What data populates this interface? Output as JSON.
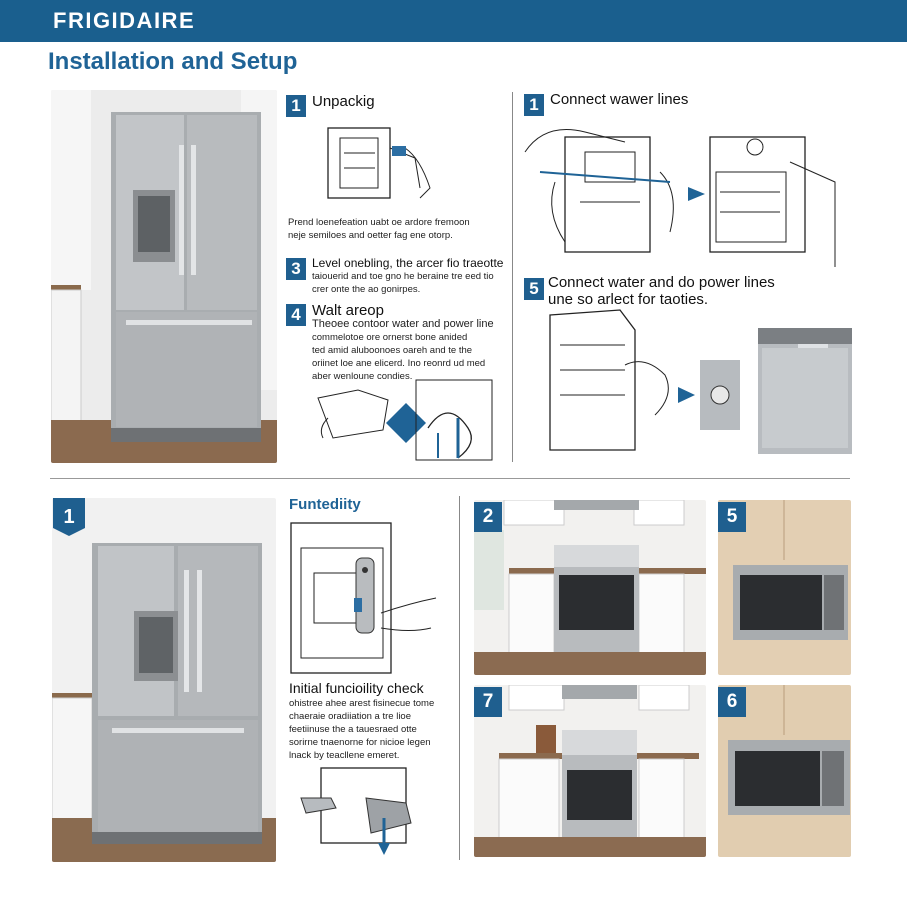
{
  "header": {
    "brand": "FRIGIDAIRE"
  },
  "page": {
    "title": "Installation and Setup"
  },
  "top_left": {
    "step1": {
      "num": "1",
      "label": "Unpackig"
    },
    "para1": [
      "Prend loenefeation uabt oe ardore fremoon",
      "neje semiloes and oetter fag ene otorp."
    ],
    "step3": {
      "num": "3",
      "label": "Level onebling, the arcer fio traeotte",
      "lines": [
        "taiouerid and toe gno he beraine tre eed tio",
        "crer onte the ao gonirpes."
      ]
    },
    "step4": {
      "num": "4",
      "label": "Walt areop",
      "lines": [
        "Theoee contoor water and power line",
        "commelotoe ore ornerst bone anided",
        "ted amid aluboonoes oareh and te the",
        "oriinet loe ane elicerd. Ino reonrd ud med",
        "aber wenloune condies."
      ]
    }
  },
  "top_right": {
    "step1": {
      "num": "1",
      "label": "Connect wawer lines"
    },
    "step5": {
      "num": "5",
      "label": "Connect water and do power lines",
      "sub": "une so arlect for taoties."
    }
  },
  "bottom": {
    "badge1": "1",
    "funtediity": "Funtediity",
    "initial": {
      "title": "Initial funcioility check",
      "lines": [
        "ohistree ahee arest fisinecue tome",
        "chaeraie oradiiation a tre lioe",
        "feetiinuse the a tauesraed otte",
        "sorirne tnaenorne for nicioe legen",
        "lnack by teacllene emeret."
      ]
    },
    "badges": [
      "2",
      "5",
      "7",
      "6"
    ]
  }
}
